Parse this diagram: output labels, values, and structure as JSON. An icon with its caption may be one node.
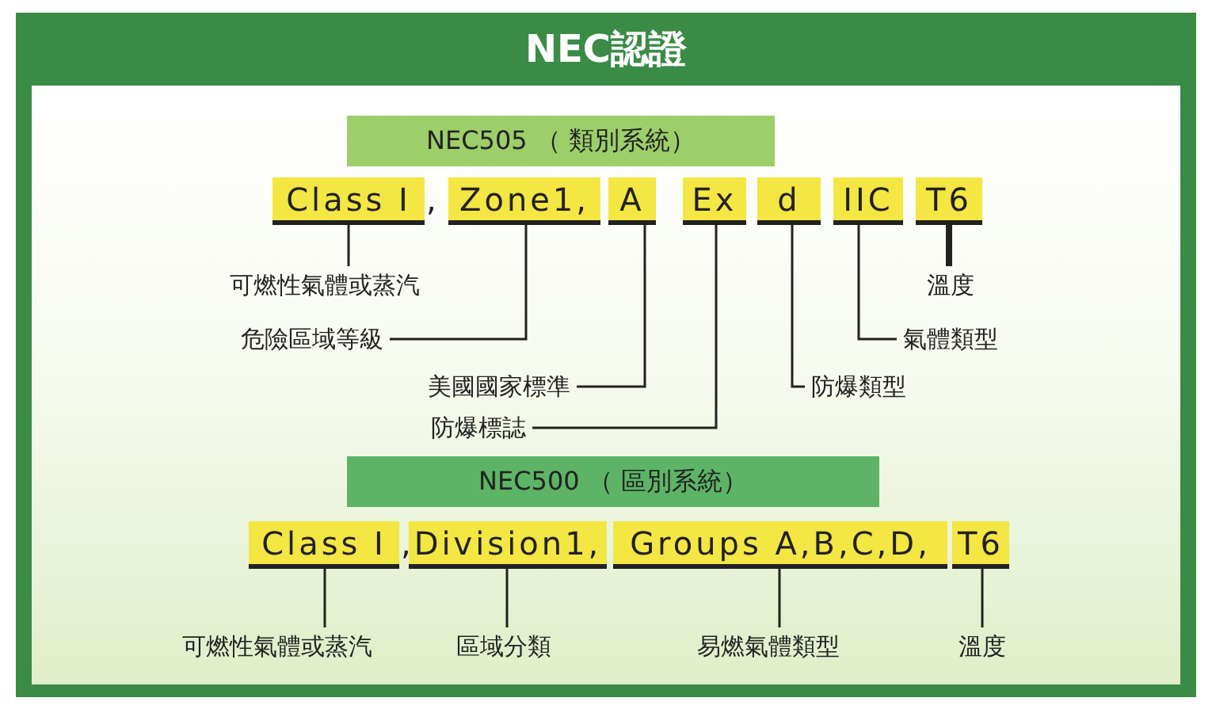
{
  "diagram": {
    "title": "NEC認證",
    "nodes": [
      {
        "text": [
          "NEC505 （ 類別系統）"
        ]
      },
      {
        "text": [
          "Class Ⅰ"
        ]
      },
      {
        "text": [
          "Zone1,"
        ]
      },
      {
        "text": [
          "A"
        ]
      },
      {
        "text": [
          "Ex"
        ]
      },
      {
        "text": [
          "d"
        ]
      },
      {
        "text": [
          "IIC"
        ]
      },
      {
        "text": [
          "T6"
        ]
      },
      {
        "text": [
          "可燃性氣體或蒸汽"
        ]
      },
      {
        "text": [
          "危險區域等級"
        ]
      },
      {
        "text": [
          "美國國家標準"
        ]
      },
      {
        "text": [
          "防爆標誌"
        ]
      },
      {
        "text": [
          "防爆類型"
        ]
      },
      {
        "text": [
          "氣體類型"
        ]
      },
      {
        "text": [
          "溫度"
        ]
      },
      {
        "text": [
          "NEC500 （ 區別系統）"
        ]
      },
      {
        "text": [
          "Class Ⅰ"
        ]
      },
      {
        "text": [
          "Division1,"
        ]
      },
      {
        "text": [
          "Groups A,B,C,D,"
        ]
      },
      {
        "text": [
          "T6"
        ]
      },
      {
        "text": [
          "可燃性氣體或蒸汽"
        ]
      },
      {
        "text": [
          "區域分類"
        ]
      },
      {
        "text": [
          "易燃氣體類型"
        ]
      },
      {
        "text": [
          "溫度"
        ]
      }
    ],
    "edges": [
      {
        "from": 8,
        "to": 1,
        "arrow": "none"
      },
      {
        "from": 9,
        "to": 2,
        "arrow": "none"
      },
      {
        "from": 10,
        "to": 3,
        "arrow": "none"
      },
      {
        "from": 11,
        "to": 4,
        "arrow": "none"
      },
      {
        "from": 12,
        "to": 5,
        "arrow": "none"
      },
      {
        "from": 13,
        "to": 6,
        "arrow": "none"
      },
      {
        "from": 14,
        "to": 7,
        "arrow": "none",
        "style": "thick"
      },
      {
        "from": 20,
        "to": 16,
        "arrow": "none"
      },
      {
        "from": 21,
        "to": 17,
        "arrow": "none"
      },
      {
        "from": 22,
        "to": 18,
        "arrow": "none"
      },
      {
        "from": 23,
        "to": 19,
        "arrow": "none"
      }
    ],
    "labels": [
      ",",
      ","
    ]
  }
}
